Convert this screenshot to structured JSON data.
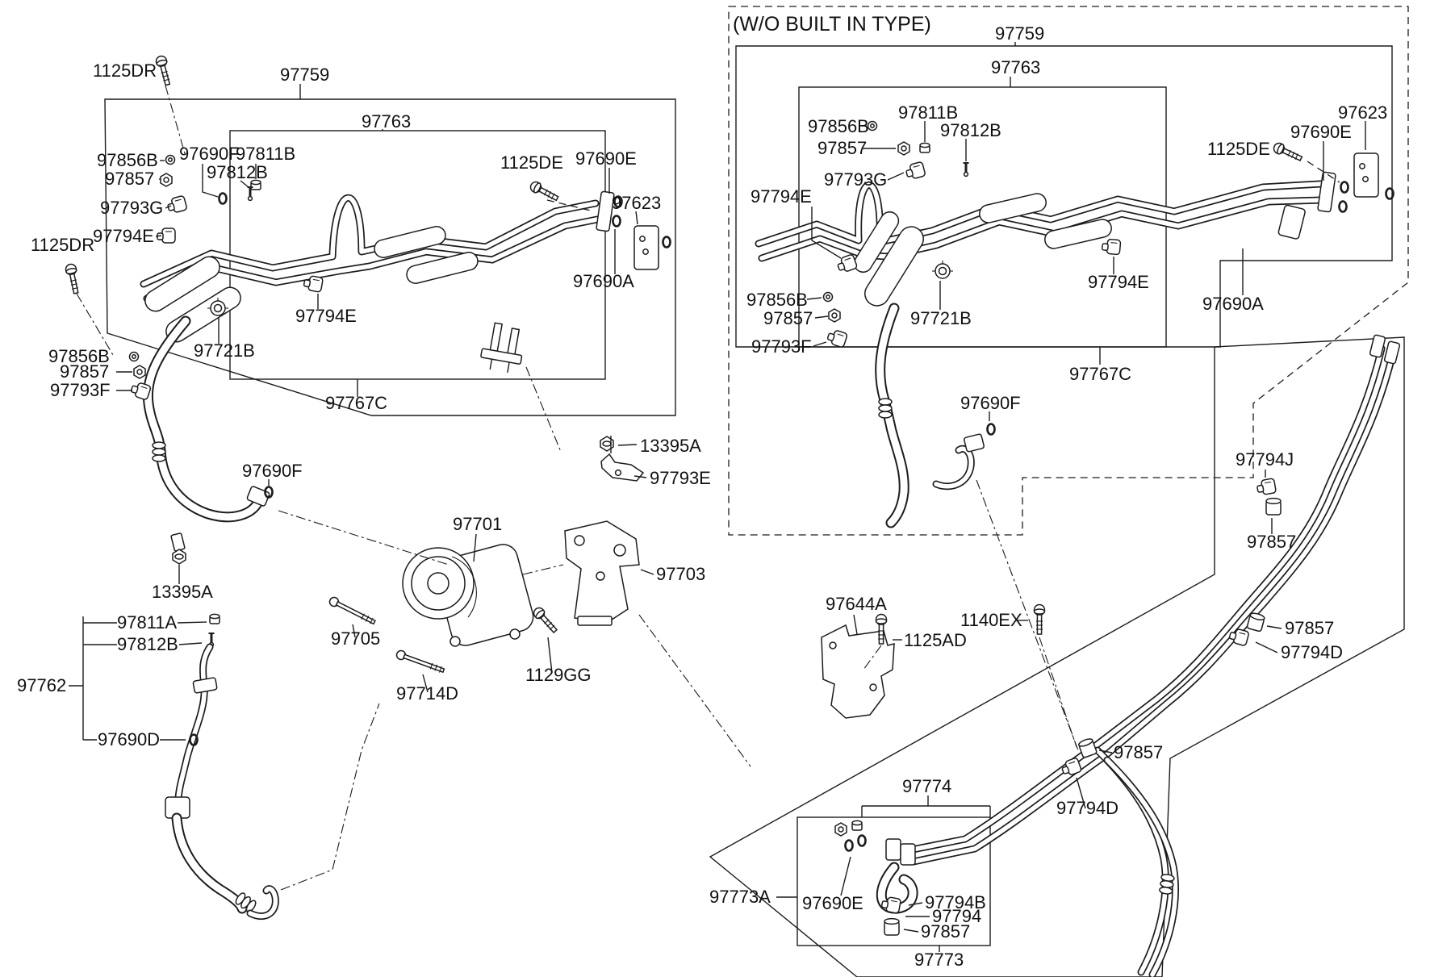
{
  "header": {
    "variant_note": "(W/O BUILT IN TYPE)"
  },
  "diagram": {
    "type": "parts-diagram",
    "subject": "A/C cooler line piping with compressor",
    "line_color": "#1c1c1c",
    "background": "#ffffff"
  },
  "labels": {
    "left_1125dr_top": "1125DR",
    "left_97759": "97759",
    "left_97763": "97763",
    "left_97856b_1": "97856B",
    "left_97857_1": "97857",
    "left_97793g": "97793G",
    "left_97794e_1": "97794E",
    "left_97690f_1": "97690F",
    "left_97811b": "97811B",
    "left_97812b_1": "97812B",
    "left_1125de": "1125DE",
    "left_97690e": "97690E",
    "left_97623": "97623",
    "left_97690a": "97690A",
    "left_97794e_2": "97794E",
    "left_97721b": "97721B",
    "left_97856b_2": "97856B",
    "left_97857_2": "97857",
    "left_97793f": "97793F",
    "left_1125dr_2": "1125DR",
    "left_97690f_2": "97690F",
    "left_13395a": "13395A",
    "left_97811a": "97811A",
    "left_97812b_2": "97812B",
    "left_97762": "97762",
    "left_97690d": "97690D",
    "left_97767c": "97767C",
    "mid_13395a": "13395A",
    "mid_97793e": "97793E",
    "left_97701": "97701",
    "left_97703": "97703",
    "left_97705": "97705",
    "left_97714d": "97714D",
    "left_1129gg": "1129GG",
    "right_97759": "97759",
    "right_97763": "97763",
    "right_97856b_1": "97856B",
    "right_97857_1": "97857",
    "right_97793g": "97793G",
    "right_97794e_1": "97794E",
    "right_97811b": "97811B",
    "right_97812b": "97812B",
    "right_1125de": "1125DE",
    "right_97690e": "97690E",
    "right_97623": "97623",
    "right_97690a": "97690A",
    "right_97794e_2": "97794E",
    "right_97721b": "97721B",
    "right_97856b_2": "97856B",
    "right_97857_2": "97857",
    "right_97793f": "97793F",
    "right_97767c": "97767C",
    "right_97690f": "97690F",
    "br_97794j": "97794J",
    "br_97857_1": "97857",
    "br_97857_2": "97857",
    "br_97794d_1": "97794D",
    "br_1140ex": "1140EX",
    "br_97644a": "97644A",
    "br_1125ad": "1125AD",
    "br_97857_3": "97857",
    "br_97794d_2": "97794D",
    "br_97774": "97774",
    "br_97773a": "97773A",
    "br_97690e": "97690E",
    "br_97794b": "97794B",
    "br_97794": "97794",
    "br_97857_4": "97857",
    "br_97773": "97773"
  }
}
